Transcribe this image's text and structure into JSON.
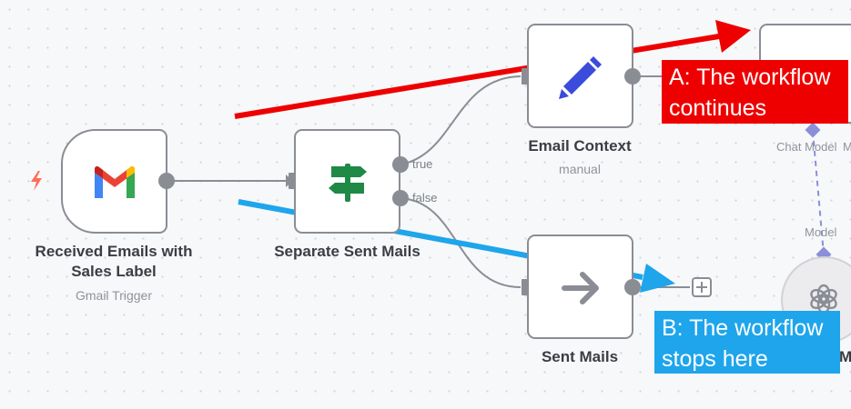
{
  "nodes": {
    "trigger": {
      "title": "Received Emails with Sales Label",
      "subtitle": "Gmail Trigger",
      "icon": "gmail-icon"
    },
    "switch": {
      "title": "Separate Sent Mails",
      "icon": "signpost-icon",
      "outputs": [
        "true",
        "false"
      ]
    },
    "email_context": {
      "title": "Email Context",
      "subtitle": "manual",
      "icon": "pencil-icon"
    },
    "sent_mails": {
      "title": "Sent Mails",
      "icon": "arrow-right-icon"
    },
    "agent": {
      "chat_model_label": "Chat Model",
      "chat_model_label_cut": "M",
      "model_label": "Model",
      "partial_label": "M",
      "icon": "openai-icon"
    }
  },
  "annotations": {
    "a": {
      "text": "A: The workflow continues",
      "color": "#ee0000"
    },
    "b": {
      "text": "B: The workflow stops here",
      "color": "#1ea5ec"
    }
  },
  "colors": {
    "trigger_bolt": "#ff6d5a",
    "switch_icon": "#1e8a45",
    "pencil_icon": "#3b4bdb",
    "connector": "#8a8d94",
    "model_link": "#8b8fd8"
  }
}
